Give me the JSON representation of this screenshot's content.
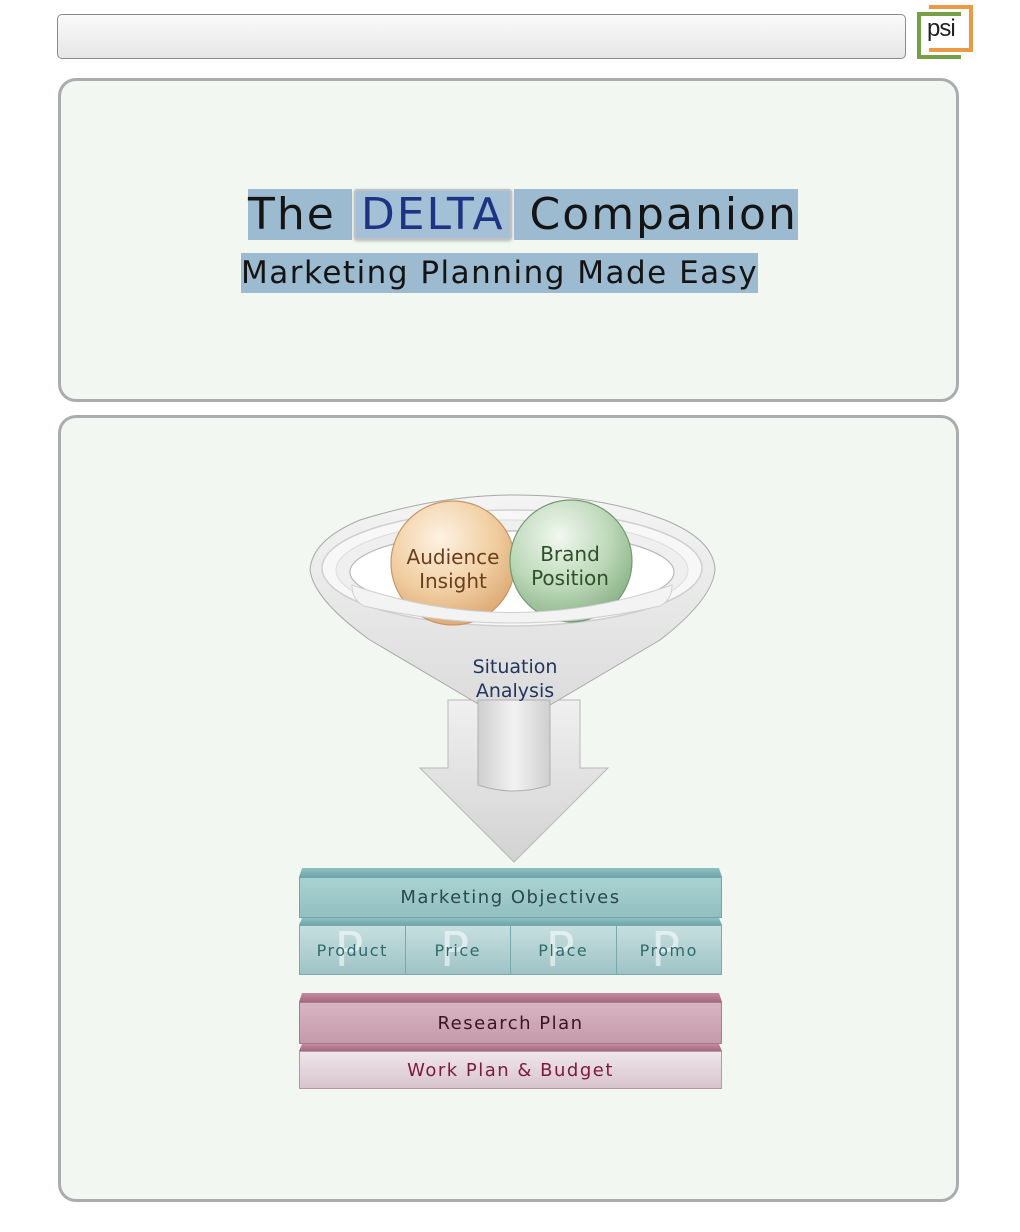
{
  "header": {
    "url_bar": "",
    "logo_text": "psi",
    "logo_colors": {
      "left_bracket": "#76a046",
      "right_bracket": "#e99a42"
    }
  },
  "title_panel": {
    "title_prefix": "The",
    "title_highlight": "DELTA",
    "title_suffix": "Companion",
    "subtitle": "Marketing Planning Made Easy",
    "selection_color": "#9dbbd0",
    "highlight_color": "#1f3383"
  },
  "diagram": {
    "funnel_inputs": [
      {
        "label_line1": "Audience",
        "label_line2": "Insight",
        "color": "#eec99e"
      },
      {
        "label_line1": "Brand",
        "label_line2": "Position",
        "color": "#b7d4b3"
      }
    ],
    "funnel_label_line1": "Situation",
    "funnel_label_line2": "Analysis",
    "objectives": "Marketing Objectives",
    "four_ps": [
      {
        "letter": "P",
        "label": "Product"
      },
      {
        "letter": "P",
        "label": "Price"
      },
      {
        "letter": "P",
        "label": "Place"
      },
      {
        "letter": "P",
        "label": "Promo"
      }
    ],
    "research_plan": "Research Plan",
    "work_plan": "Work Plan & Budget",
    "colors": {
      "teal": "#93bfc0",
      "pink": "#c49aaa"
    }
  }
}
